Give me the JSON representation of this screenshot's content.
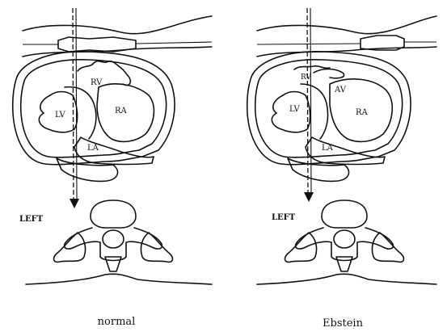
{
  "panels": [
    {
      "caption": "normal",
      "side_label": "LEFT",
      "chambers": {
        "rv": "RV",
        "lv": "LV",
        "ra": "RA",
        "la": "LA"
      }
    },
    {
      "caption": "Ebstein",
      "side_label": "LEFT",
      "chambers": {
        "rv": "RV",
        "av": "AV",
        "lv": "LV",
        "ra": "RA",
        "la": "LA"
      }
    }
  ]
}
